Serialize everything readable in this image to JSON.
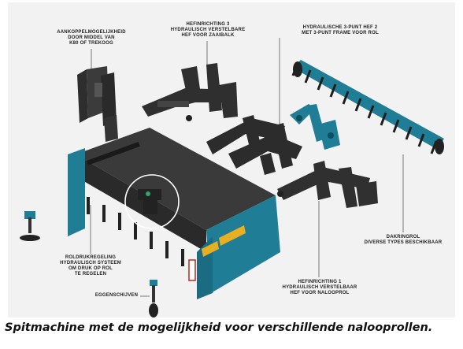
{
  "labels": {
    "aankoppel": [
      "AANKOPPELMOGELIJKHEID",
      "DOOR MIDDEL VAN",
      "K80 OF TREKOOG"
    ],
    "hef3": [
      "HEFINRICHTING 3",
      "HYDRAULISCH VERSTELBARE",
      "HEF VOOR ZAAIBALK"
    ],
    "hef2": [
      "HYDRAULISCHE 3-PUNT HEF 2",
      "MET 3-PUNT FRAME VOOR ROL"
    ],
    "roldruk": [
      "ROLDRUKREGELING",
      "HYDRAULISCH SYSTEEM",
      "OM DRUK OP ROL",
      "TE REGELEN"
    ],
    "dakringrol": [
      "DAKRINGROL",
      "DIVERSE TYPES BESCHIKBAAR"
    ],
    "hef1": [
      "HEFINRICHTING 1",
      "HYDRAULISCH VERSTELBAAR",
      "HEF VOOR NALOOPROL"
    ],
    "eggen": [
      "EGGENSCHIJVEN"
    ]
  },
  "caption": "Spitmachine met de mogelijkheid voor verschillende naloop­rollen.",
  "colors": {
    "teal": "#1f7d96",
    "dark": "#2b2b2b",
    "yellow": "#e8b021",
    "panel": "#f2f2f2"
  }
}
